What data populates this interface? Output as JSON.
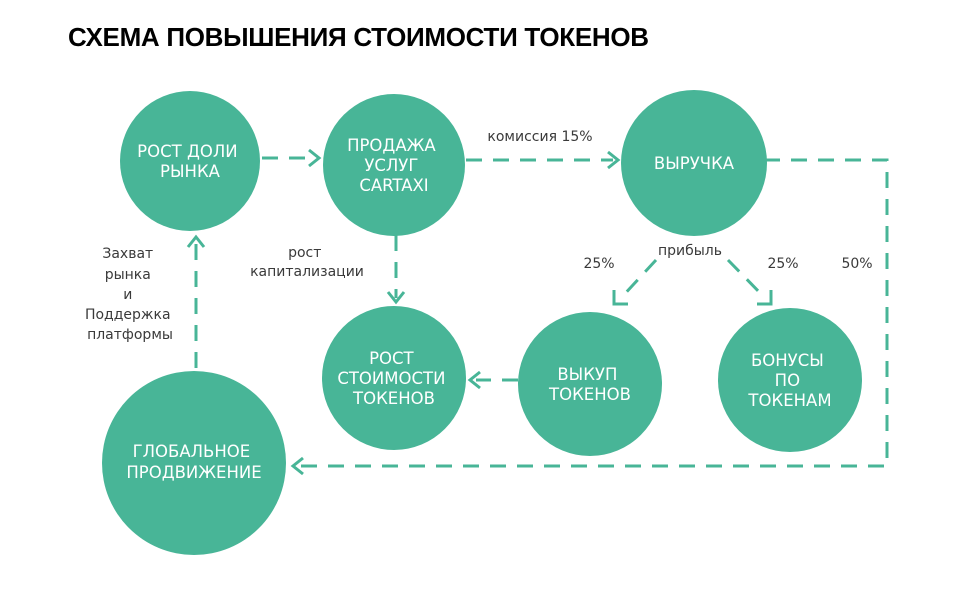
{
  "title": "СХЕМА ПОВЫШЕНИЯ СТОИМОСТИ ТОКЕНОВ",
  "colors": {
    "node_fill": "#48b597",
    "line": "#48b597",
    "label_text": "#3a3a3a"
  },
  "nodes": {
    "market_share": [
      "РОСТ ДОЛИ",
      "РЫНКА"
    ],
    "service_sales": [
      "ПРОДАЖА",
      "УСЛУГ",
      "CARTAXI"
    ],
    "revenue": [
      "ВЫРУЧКА"
    ],
    "token_value": [
      "РОСТ",
      "СТОИМОСТИ",
      "ТОКЕНОВ"
    ],
    "buyback": [
      "ВЫКУП",
      "ТОКЕНОВ"
    ],
    "bonuses": [
      "БОНУСЫ",
      "ПО",
      "ТОКЕНАМ"
    ],
    "global_promotion": [
      "ГЛОБАЛЬНОЕ",
      "ПРОДВИЖЕНИЕ"
    ]
  },
  "edge_labels": {
    "commission": "комиссия 15%",
    "capitalization": [
      "рост",
      "капитализации"
    ],
    "profit": "прибыль",
    "buyback_share": "25%",
    "bonus_share": "25%",
    "promotion_share": "50%",
    "capture": [
      "Захват",
      "рынка",
      "и",
      "Поддержка",
      "платформы"
    ]
  }
}
